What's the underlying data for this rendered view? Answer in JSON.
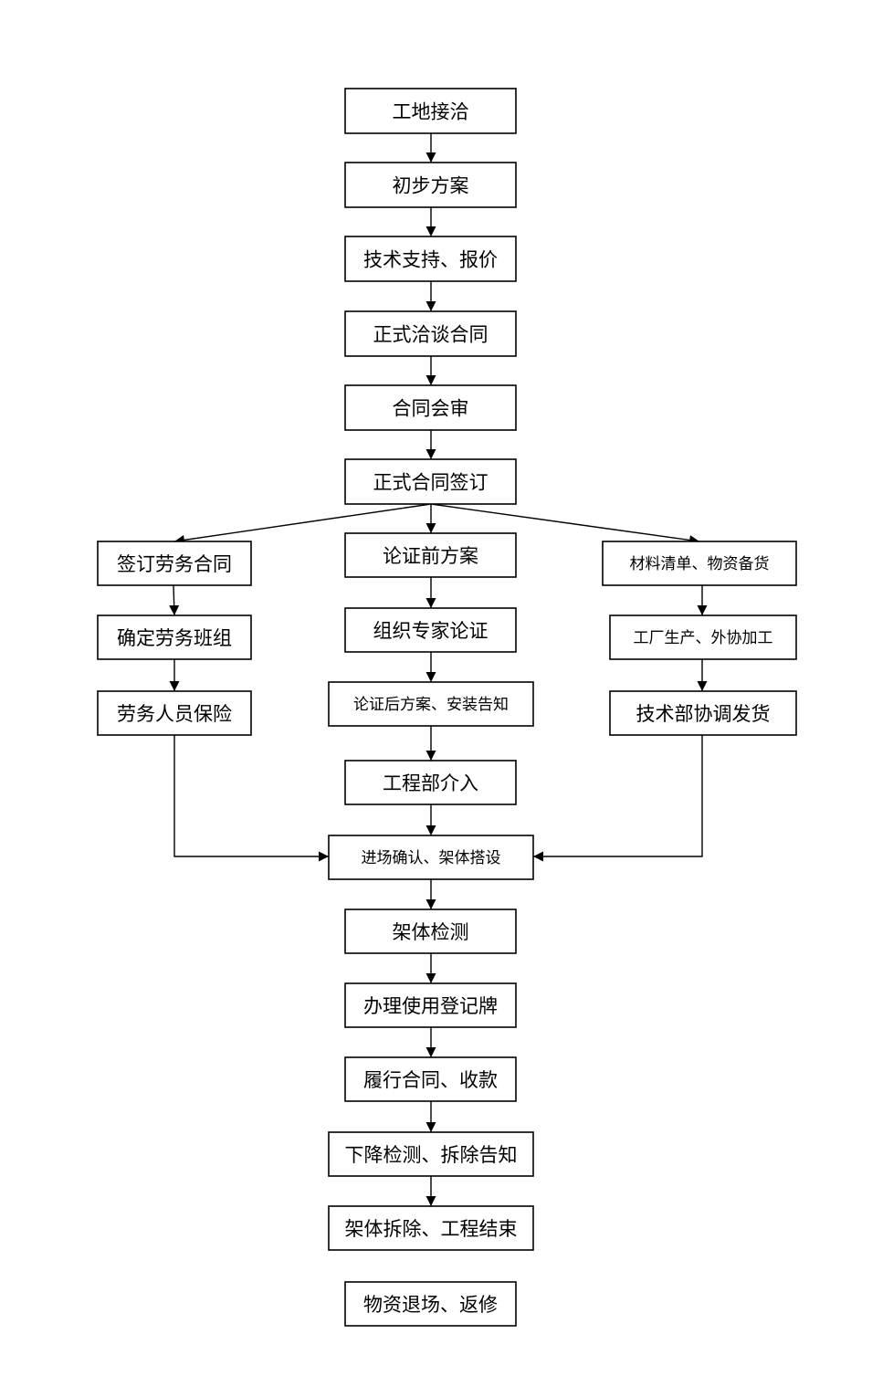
{
  "diagram": {
    "type": "flowchart",
    "colors": {
      "line": "#000000",
      "box_fill": "#ffffff",
      "text": "#000000"
    },
    "nodes": [
      {
        "id": "n1",
        "label": "工地接洽"
      },
      {
        "id": "n2",
        "label": "初步方案"
      },
      {
        "id": "n3",
        "label": "技术支持、报价"
      },
      {
        "id": "n4",
        "label": "正式洽谈合同"
      },
      {
        "id": "n5",
        "label": "合同会审"
      },
      {
        "id": "n6",
        "label": "正式合同签订"
      },
      {
        "id": "l1",
        "label": "签订劳务合同"
      },
      {
        "id": "l2",
        "label": "确定劳务班组"
      },
      {
        "id": "l3",
        "label": "劳务人员保险"
      },
      {
        "id": "c1",
        "label": "论证前方案"
      },
      {
        "id": "c2",
        "label": "组织专家论证"
      },
      {
        "id": "c3",
        "label": "论证后方案、安装告知"
      },
      {
        "id": "c4",
        "label": "工程部介入"
      },
      {
        "id": "r1",
        "label": "材料清单、物资备货"
      },
      {
        "id": "r2",
        "label": "工厂生产、外协加工"
      },
      {
        "id": "r3",
        "label": "技术部协调发货"
      },
      {
        "id": "m1",
        "label": "进场确认、架体搭设"
      },
      {
        "id": "m2",
        "label": "架体检测"
      },
      {
        "id": "m3",
        "label": "办理使用登记牌"
      },
      {
        "id": "m4",
        "label": "履行合同、收款"
      },
      {
        "id": "m5",
        "label": "下降检测、拆除告知"
      },
      {
        "id": "m6",
        "label": "架体拆除、工程结束"
      },
      {
        "id": "m7",
        "label": "物资退场、返修"
      }
    ],
    "edges": [
      {
        "from": "n1",
        "to": "n2"
      },
      {
        "from": "n2",
        "to": "n3"
      },
      {
        "from": "n3",
        "to": "n4"
      },
      {
        "from": "n4",
        "to": "n5"
      },
      {
        "from": "n5",
        "to": "n6"
      },
      {
        "from": "n6",
        "to": "l1"
      },
      {
        "from": "n6",
        "to": "c1"
      },
      {
        "from": "n6",
        "to": "r1"
      },
      {
        "from": "l1",
        "to": "l2"
      },
      {
        "from": "l2",
        "to": "l3"
      },
      {
        "from": "c1",
        "to": "c2"
      },
      {
        "from": "c2",
        "to": "c3"
      },
      {
        "from": "c3",
        "to": "c4"
      },
      {
        "from": "r1",
        "to": "r2"
      },
      {
        "from": "r2",
        "to": "r3"
      },
      {
        "from": "c4",
        "to": "m1"
      },
      {
        "from": "l3",
        "to": "m1"
      },
      {
        "from": "r3",
        "to": "m1"
      },
      {
        "from": "m1",
        "to": "m2"
      },
      {
        "from": "m2",
        "to": "m3"
      },
      {
        "from": "m3",
        "to": "m4"
      },
      {
        "from": "m4",
        "to": "m5"
      },
      {
        "from": "m5",
        "to": "m6"
      }
    ]
  }
}
